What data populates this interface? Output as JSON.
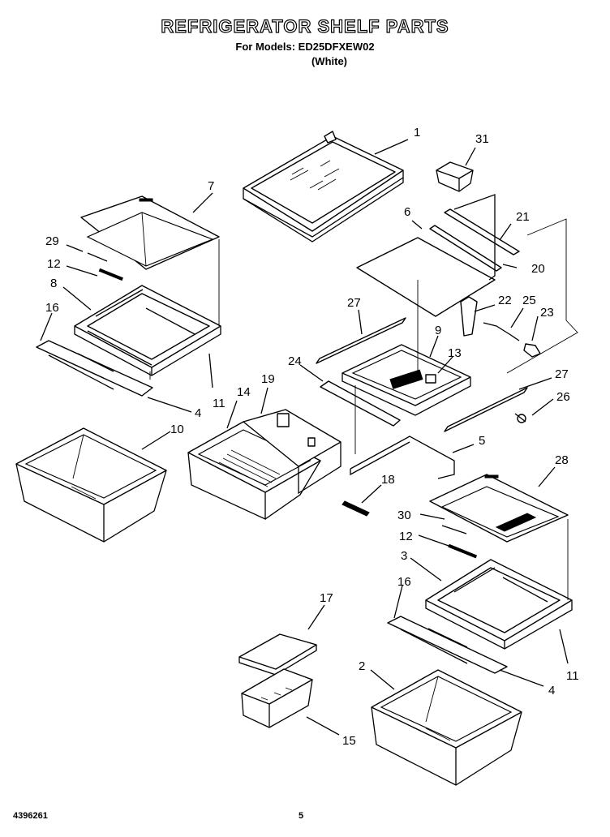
{
  "header": {
    "title": "REFRIGERATOR SHELF PARTS",
    "models": "For Models: ED25DFXEW02",
    "color": "(White)"
  },
  "footer": {
    "doc_number": "4396261",
    "page_number": "5"
  },
  "callouts": [
    "1",
    "31",
    "7",
    "6",
    "21",
    "29",
    "20",
    "12",
    "22",
    "25",
    "23",
    "8",
    "27",
    "9",
    "16",
    "13",
    "24",
    "19",
    "11",
    "14",
    "4",
    "27",
    "26",
    "10",
    "5",
    "28",
    "18",
    "30",
    "12",
    "3",
    "16",
    "17",
    "11",
    "2",
    "4",
    "15"
  ]
}
